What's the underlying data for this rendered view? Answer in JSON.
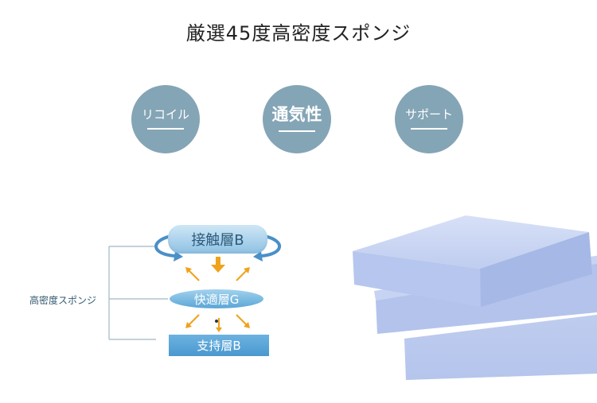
{
  "header": {
    "title": "厳選45度高密度スポンジ"
  },
  "features": [
    {
      "label": "リコイル",
      "icon": "circle-badge"
    },
    {
      "label": "通気性",
      "icon": "circle-badge"
    },
    {
      "label": "サポート",
      "icon": "circle-badge"
    }
  ],
  "diagram": {
    "side_label": "高密度スポンジ",
    "layers": [
      {
        "label": "接触層B"
      },
      {
        "label": "快適層G"
      },
      {
        "label": "支持層B"
      }
    ],
    "colors": {
      "circle": "#84a5b6",
      "arrow": "#f0a21b",
      "layer_blue": "#4a98d0",
      "bracket": "#9fb7c7",
      "foam": "#b9c8ec"
    }
  }
}
